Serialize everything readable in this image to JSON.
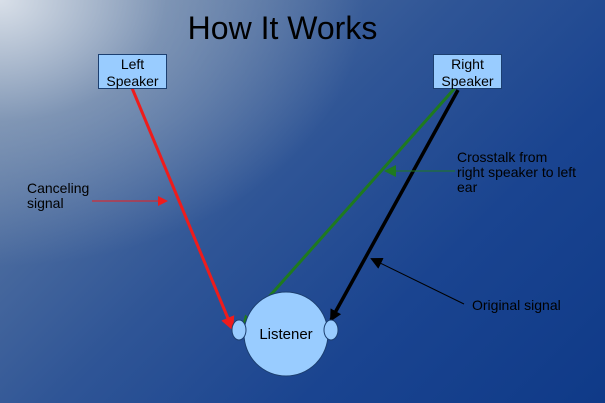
{
  "title": "How It Works",
  "nodes": {
    "left_speaker": {
      "line1": "Left",
      "line2": "Speaker"
    },
    "right_speaker": {
      "line1": "Right",
      "line2": "Speaker"
    },
    "listener": "Listener"
  },
  "annotations": {
    "canceling_signal": {
      "line1": "Canceling",
      "line2": "signal"
    },
    "crosstalk": {
      "line1": "Crosstalk from",
      "line2": "right speaker to left",
      "line3": "ear"
    },
    "original_signal": "Original signal"
  },
  "colors": {
    "canceling_signal": "#ee1c1c",
    "crosstalk": "#1f7a1f",
    "original_signal": "#000000",
    "node_fill": "#99ccff",
    "background_dark": "#0f3a88"
  }
}
